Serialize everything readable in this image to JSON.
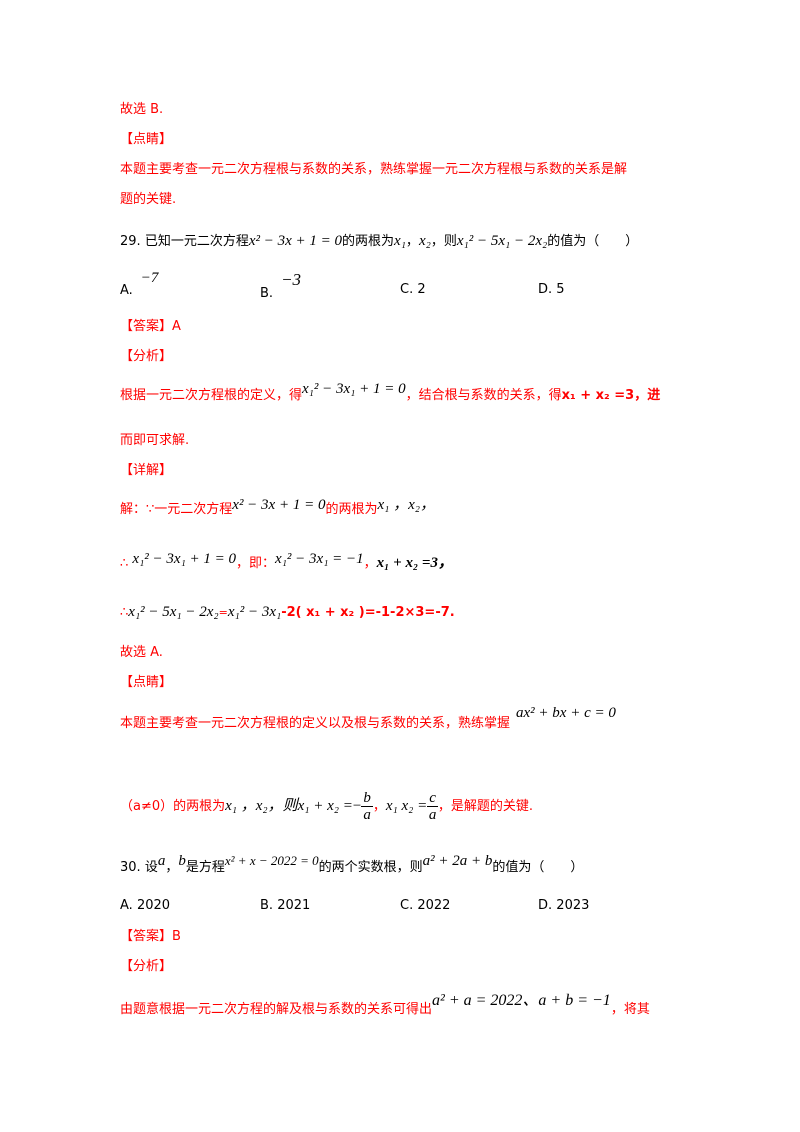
{
  "prev_solution": {
    "conclusion": "故选 B.",
    "comment_header": "【点睛】",
    "comment_line1": "本题主要考查一元二次方程根与系数的关系，熟练掌握一元二次方程根与系数的关系是解",
    "comment_line2": "题的关键."
  },
  "q29": {
    "number": "29.",
    "stem_a": "已知一元二次方程",
    "eq": "x² − 3x + 1 = 0",
    "stem_b": "的两根为",
    "root1": "x₁",
    "sep": "，",
    "root2": "x₂",
    "stem_c": "，则",
    "expr": "x₁² − 5x₁ − 2x₂",
    "stem_d": "的值为（　　）",
    "options": [
      {
        "label": "A.",
        "value": "−7"
      },
      {
        "label": "B.",
        "value": "−3"
      },
      {
        "label": "C.",
        "value": "2"
      },
      {
        "label": "D.",
        "value": "5"
      }
    ],
    "answer_header": "【答案】A",
    "analysis_header": "【分析】",
    "analysis_a": "根据一元二次方程根的定义，得",
    "analysis_eq": "x₁² − 3x₁ + 1 = 0",
    "analysis_b": "，结合根与系数的关系，得",
    "analysis_sum": "x₁ + x₂ =3，进",
    "analysis_c": "而即可求解.",
    "detail_header": "【详解】",
    "detail1_a": "解：∵一元二次方程",
    "detail1_eq": "x² − 3x + 1 = 0",
    "detail1_b": "的两根为",
    "detail1_roots": "x₁ ，x₂，",
    "detail2_a": "∴",
    "detail2_eq1": "x₁² − 3x₁ + 1 = 0",
    "detail2_b": "，即：",
    "detail2_eq2": "x₁² − 3x₁ = −1",
    "detail2_c": "，",
    "detail2_sum": "x₁ + x₂ =3，",
    "detail3_a": "∴",
    "detail3_lhs": "x₁² − 5x₁ − 2x₂",
    "detail3_eq": "=",
    "detail3_rhs": "x₁² − 3x₁",
    "detail3_tail": "-2( x₁ + x₂ )=-1-2×3=-7.",
    "conclusion": "故选 A.",
    "comment_header": "【点睛】",
    "comment_line1": "本题主要考查一元二次方程根的定义以及根与系数的关系，熟练掌握",
    "comment_eq": "ax² + bx + c = 0",
    "comment_line2_a": "（a≠0）的两根为",
    "comment_line2_roots": "x₁ ，x₂，则",
    "comment_sum": "x₁ + x₂ =",
    "comment_frac1_num": "b",
    "comment_frac1_den": "a",
    "comment_prod": "x₁ x₂ =",
    "comment_frac2_num": "c",
    "comment_frac2_den": "a",
    "comment_line2_end": "，是解题的关键."
  },
  "q30": {
    "number": "30.",
    "stem_a": "设",
    "var_a": "a",
    "sep": "，",
    "var_b": "b",
    "stem_b": "是方程",
    "eq": "x² + x − 2022 = 0",
    "stem_c": "的两个实数根，则",
    "expr": "a² + 2a + b",
    "stem_d": "的值为（　　）",
    "options": [
      {
        "label": "A.",
        "value": "2020"
      },
      {
        "label": "B.",
        "value": "2021"
      },
      {
        "label": "C.",
        "value": "2022"
      },
      {
        "label": "D.",
        "value": "2023"
      }
    ],
    "answer_header": "【答案】B",
    "analysis_header": "【分析】",
    "analysis_a": "由题意根据一元二次方程的解及根与系数的关系可得出",
    "analysis_eq": "a² + a = 2022、a + b = −1",
    "analysis_b": "，将其"
  }
}
